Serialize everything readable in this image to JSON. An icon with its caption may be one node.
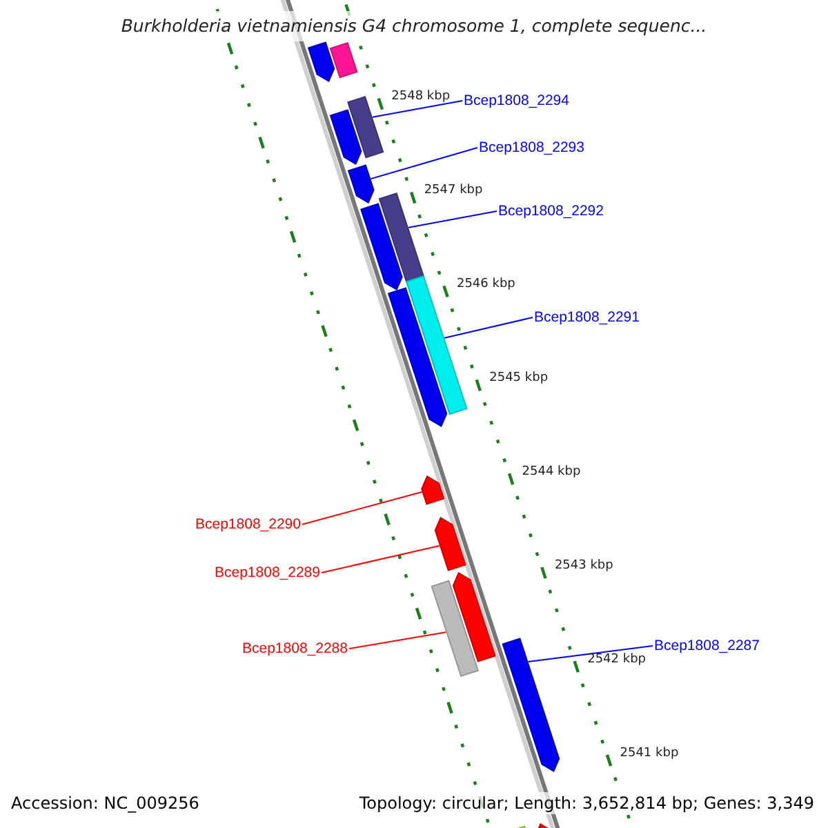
{
  "diagram": {
    "title": "Burkholderia vietnamiensis G4 chromosome 1, complete sequenc...",
    "nodes": [
      {
        "text": [
          "Bcep1808_2294"
        ]
      },
      {
        "text": [
          "Bcep1808_2293"
        ]
      },
      {
        "text": [
          "Bcep1808_2292"
        ]
      },
      {
        "text": [
          "Bcep1808_2291"
        ]
      },
      {
        "text": [
          "Bcep1808_2290"
        ]
      },
      {
        "text": [
          "Bcep1808_2289"
        ]
      },
      {
        "text": [
          "Bcep1808_2288"
        ]
      },
      {
        "text": [
          "Bcep1808_2287"
        ]
      },
      {
        "text": [],
        "shape": "pentagon"
      },
      {
        "text": [],
        "shape": "bar"
      },
      {
        "text": [],
        "shape": "bar"
      },
      {
        "text": [],
        "shape": "pentagon"
      },
      {
        "text": [],
        "shape": "pentagon"
      },
      {
        "text": [],
        "shape": "bar"
      },
      {
        "text": [],
        "shape": "pentagon"
      },
      {
        "text": [],
        "shape": "bar"
      },
      {
        "text": [],
        "shape": "pentagon"
      },
      {
        "text": [],
        "shape": "pentagon"
      },
      {
        "text": [],
        "shape": "pentagon"
      },
      {
        "text": [],
        "shape": "pentagon"
      },
      {
        "text": [],
        "shape": "bar"
      },
      {
        "text": [],
        "shape": "pentagon"
      },
      {
        "text": [],
        "shape": "bar"
      },
      {
        "text": [],
        "shape": "pentagon"
      }
    ],
    "edges": [
      {
        "from": 0,
        "to": 10,
        "arrow": "none"
      },
      {
        "from": 1,
        "to": 12,
        "arrow": "none"
      },
      {
        "from": 2,
        "to": 13,
        "arrow": "none"
      },
      {
        "from": 3,
        "to": 15,
        "arrow": "none"
      },
      {
        "from": 4,
        "to": 17,
        "arrow": "none",
        "color": "#ff0000"
      },
      {
        "from": 5,
        "to": 18,
        "arrow": "none",
        "color": "#ff0000"
      },
      {
        "from": 6,
        "to": 20,
        "arrow": "none",
        "color": "#ff0000"
      },
      {
        "from": 7,
        "to": 21,
        "arrow": "none"
      }
    ],
    "labels": [
      "2548 kbp",
      "2547 kbp",
      "2546 kbp",
      "2545 kbp",
      "2544 kbp",
      "2543 kbp",
      "2542 kbp",
      "2541 kbp",
      "Accession: NC_009256",
      "Topology: circular; Length: 3,652,814 bp; Genes: 3,349"
    ]
  }
}
